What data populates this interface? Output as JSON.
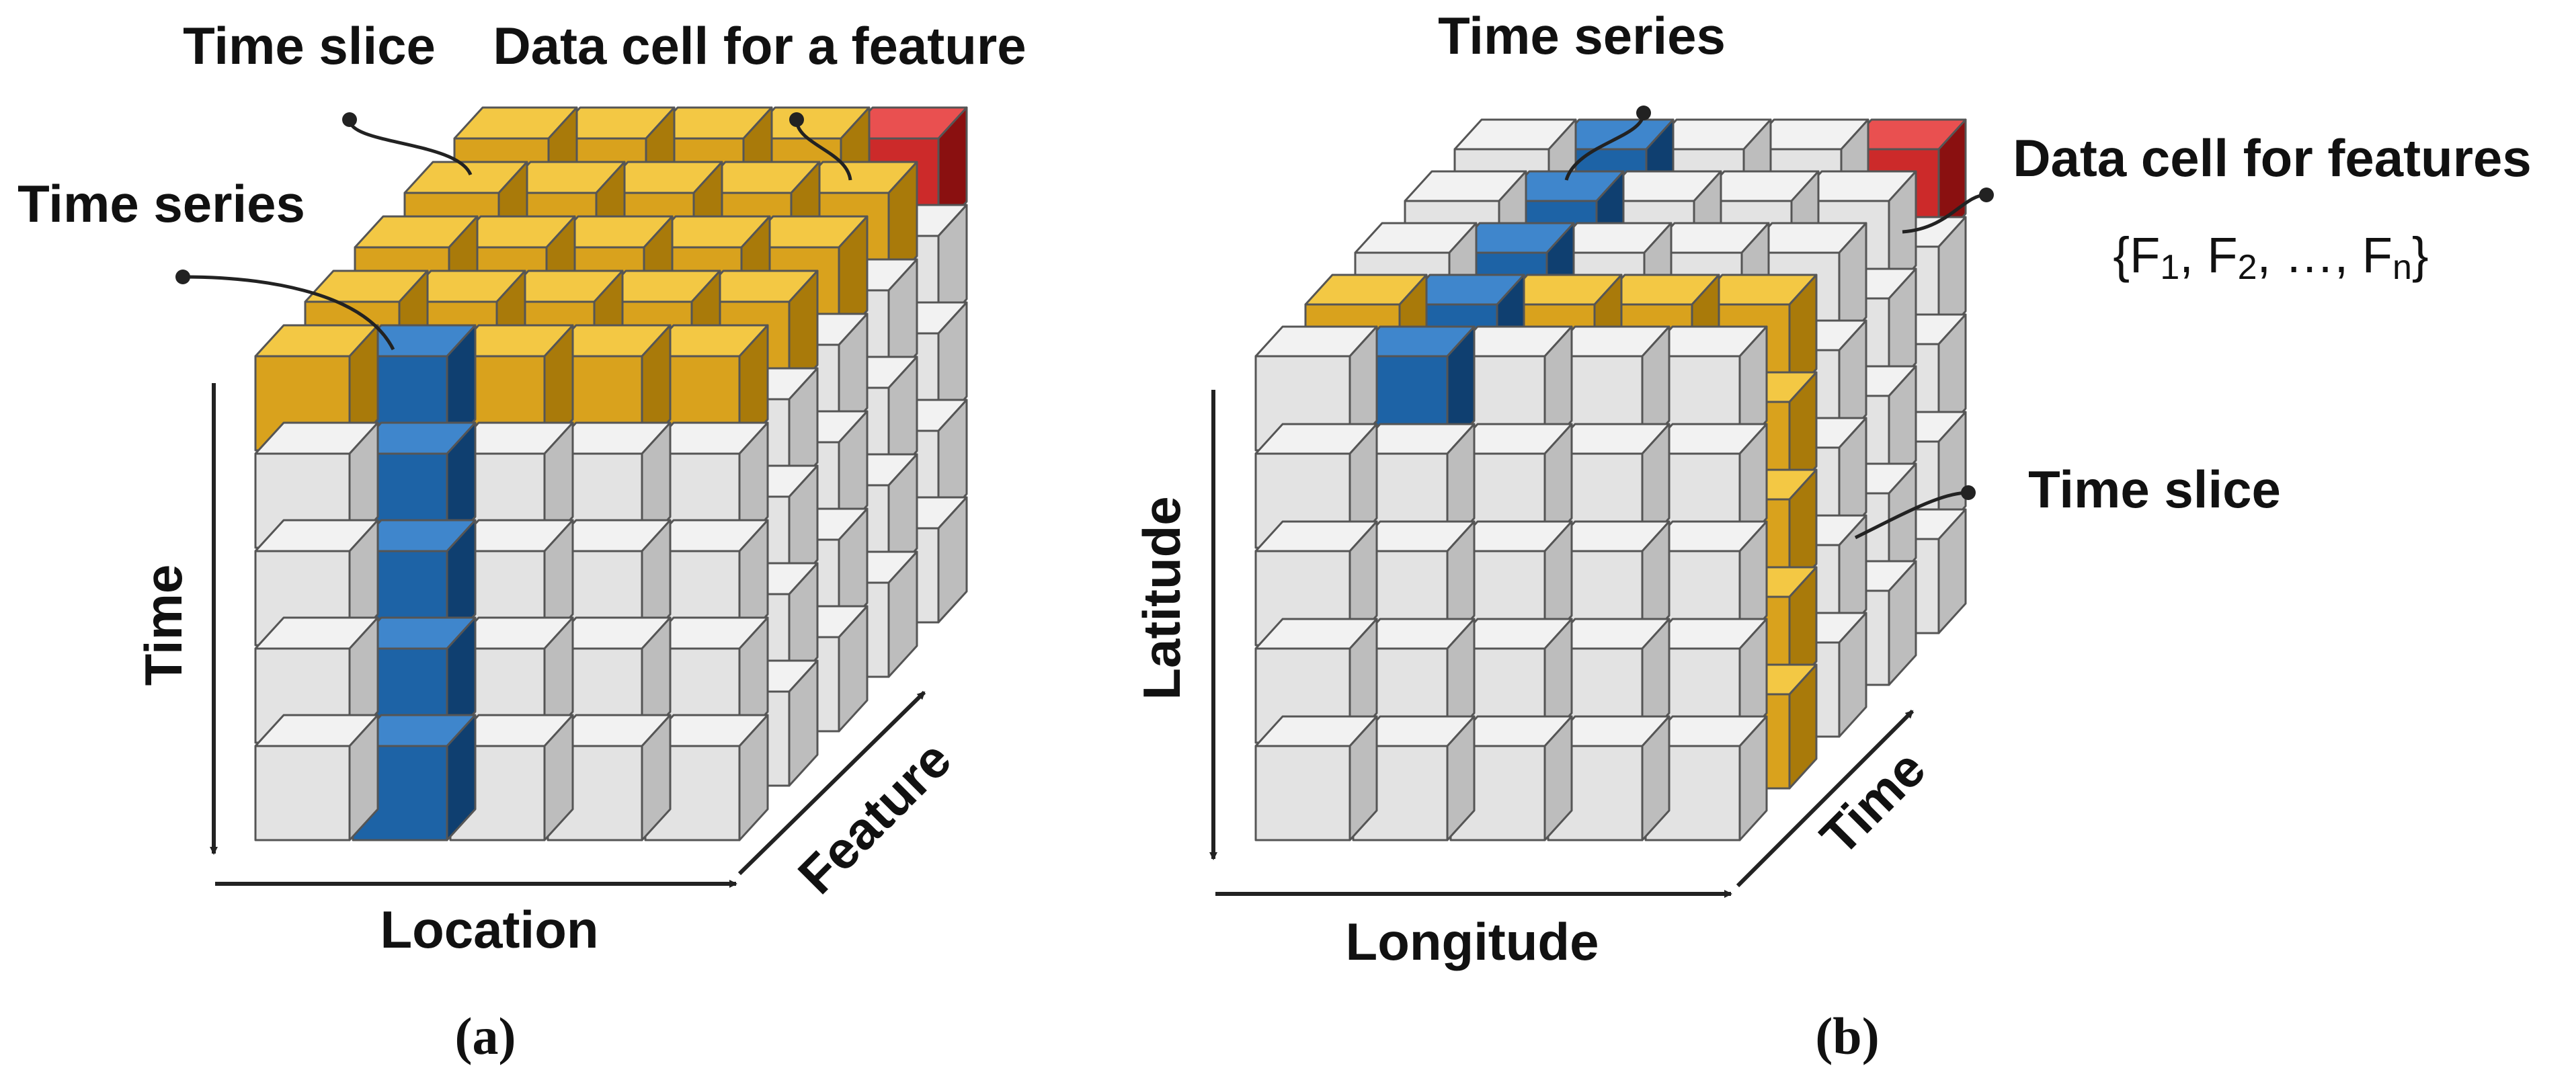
{
  "colors": {
    "gray_front": "#e3e3e3",
    "gray_top": "#f2f2f2",
    "gray_side": "#bdbdbd",
    "gold_front": "#d9a21d",
    "gold_top": "#f3c844",
    "gold_side": "#a97a0a",
    "blue_front": "#1d63a6",
    "blue_top": "#3f86cc",
    "blue_side": "#0f3f70",
    "red_front": "#cc2a2a",
    "red_top": "#e95050",
    "red_side": "#8a1010",
    "edge": "#555555",
    "line": "#222222"
  },
  "panel_a": {
    "caption_open": "(",
    "caption_letter": "a",
    "caption_close": ")",
    "labels": {
      "time_slice": "Time slice",
      "data_cell": "Data cell for a feature",
      "time_series": "Time series",
      "axis_time": "Time",
      "axis_location": "Location",
      "axis_feature": "Feature"
    }
  },
  "panel_b": {
    "caption_open": "(",
    "caption_letter": "b",
    "caption_close": ")",
    "labels": {
      "time_series": "Time series",
      "data_cell": "Data cell for features",
      "feature_set": {
        "open": "{F",
        "sub1": "1",
        "sep1": ", F",
        "sub2": "2",
        "sep2": ", …, F",
        "subn": "n",
        "close": "}"
      },
      "time_slice": "Time slice",
      "axis_latitude": "Latitude",
      "axis_longitude": "Longitude",
      "axis_time": "Time"
    }
  }
}
